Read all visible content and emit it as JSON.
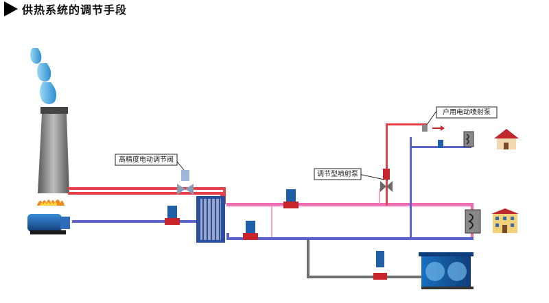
{
  "header": {
    "title": "供热系统的调节手段"
  },
  "callouts": {
    "valve": "高精度电动调节阀",
    "ejector": "调节型喷射泵",
    "household_pump": "户用电动喷射泵"
  },
  "colors": {
    "supply_pipe": "#e8404a",
    "supply_pipe_light": "#f4a6b8",
    "return_pipe": "#5a63c8",
    "return_pipe_light": "#b8bde8",
    "gray_pipe": "#7a7a7a",
    "pump_blue": "#1f5fa8",
    "pump_red": "#c8242c",
    "chimney": "#6e6e6e",
    "steam": "#4aa8e0"
  },
  "icons": [
    "steam-cloud-icon",
    "chimney-icon",
    "flame-icon",
    "boiler-pump-icon",
    "circulation-pump-icon",
    "plate-heat-exchanger-icon",
    "electric-valve-icon",
    "ejector-pump-icon",
    "heat-meter-icon",
    "house-icon",
    "apartment-building-icon",
    "radiator-icon",
    "water-tank-icon"
  ]
}
